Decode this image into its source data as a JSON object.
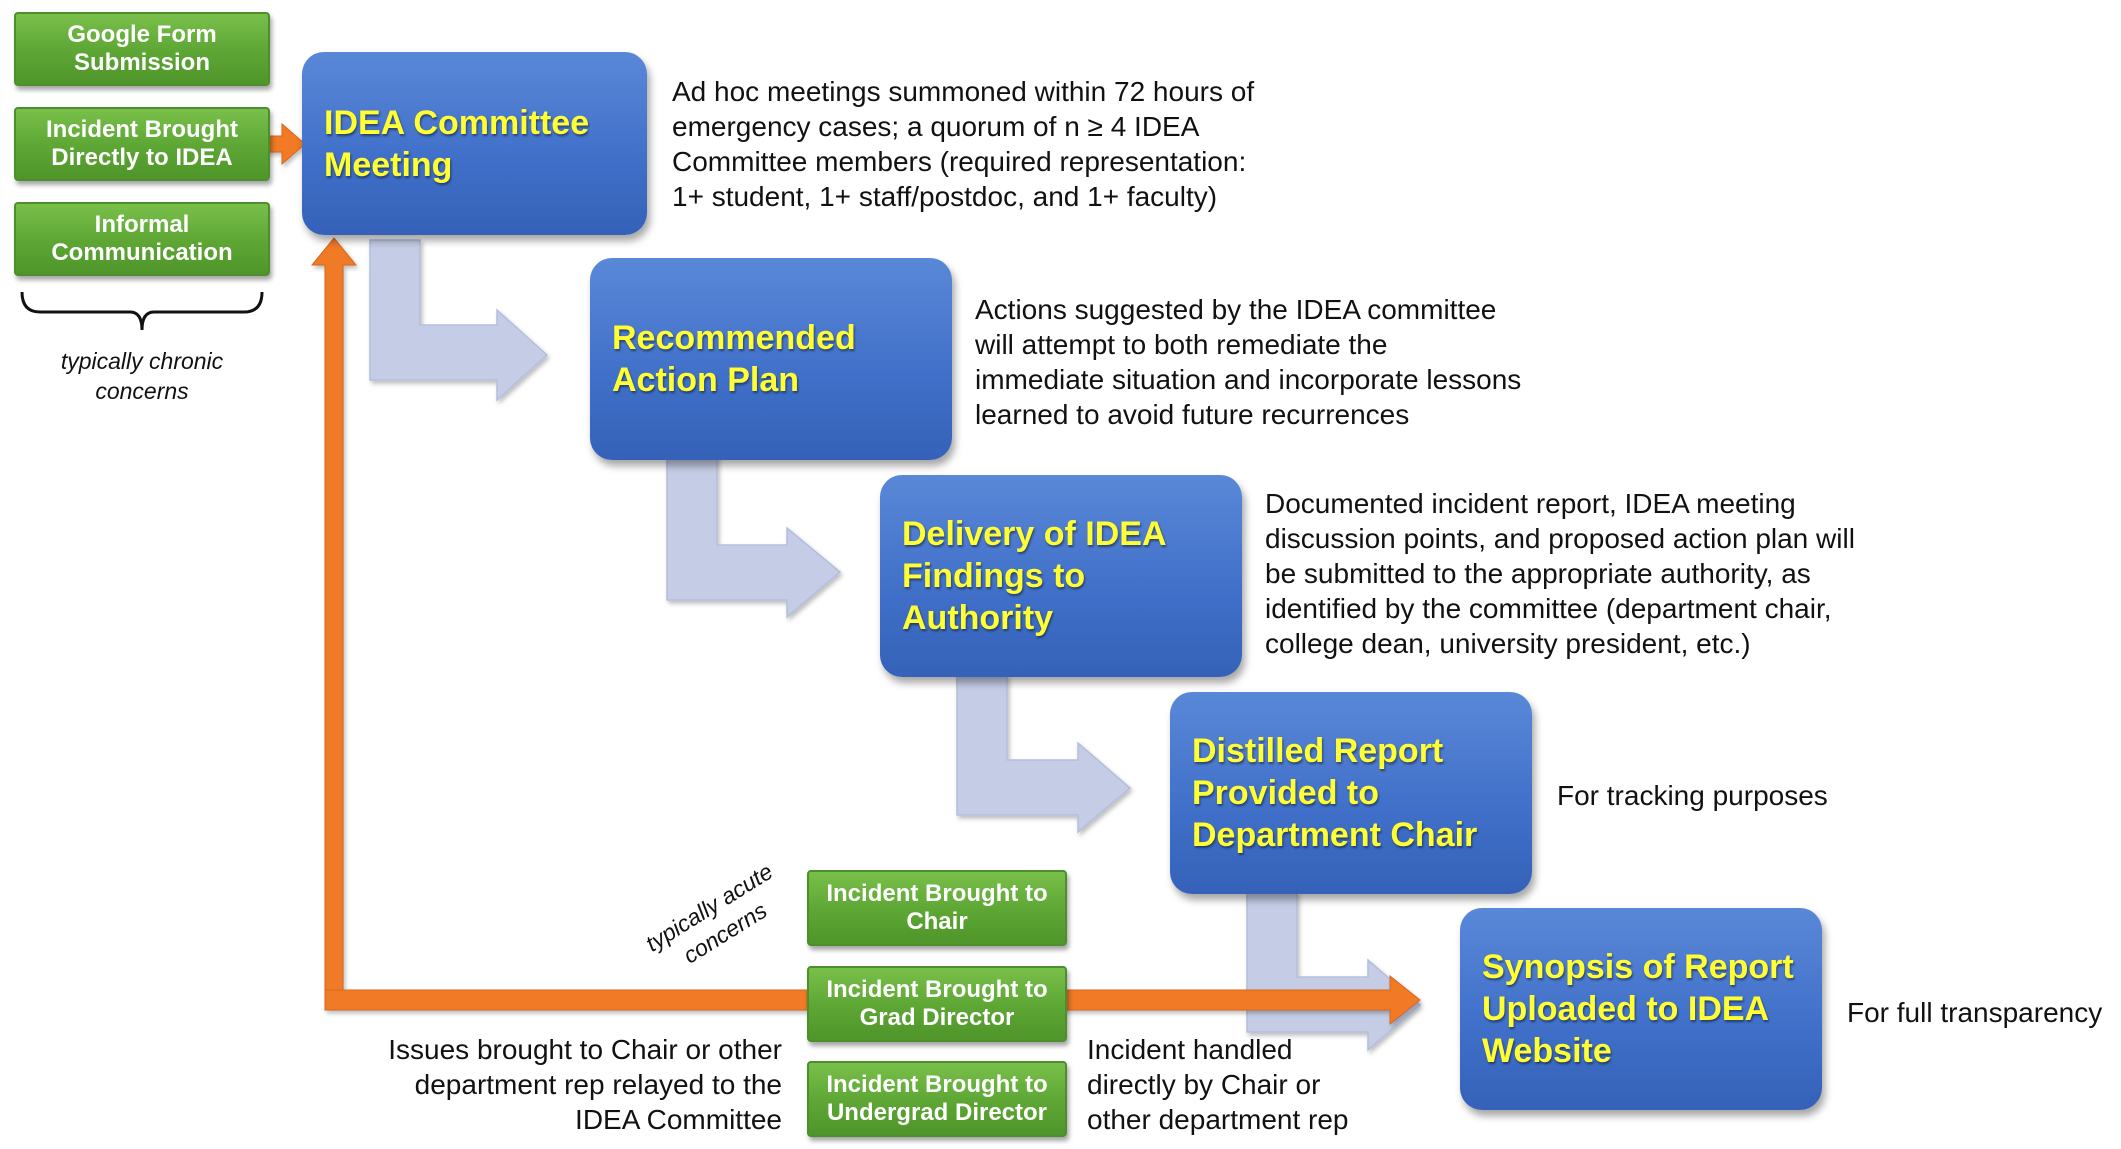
{
  "sources_top": [
    {
      "label": "Google Form\nSubmission"
    },
    {
      "label": "Incident Brought\nDirectly to IDEA"
    },
    {
      "label": "Informal\nCommunication"
    }
  ],
  "chronic_label": "typically chronic\nconcerns",
  "steps": [
    {
      "label": "IDEA Committee\nMeeting",
      "description": "Ad hoc meetings summoned within 72 hours of\nemergency cases; a quorum of n ≥ 4 IDEA\nCommittee members (required representation:\n1+ student, 1+ staff/postdoc, and 1+ faculty)"
    },
    {
      "label": "Recommended\nAction Plan",
      "description": "Actions suggested by the IDEA committee\nwill attempt to both remediate the\nimmediate situation and incorporate lessons\nlearned to avoid future recurrences"
    },
    {
      "label": "Delivery of IDEA\nFindings to\nAuthority",
      "description": "Documented incident report, IDEA meeting\ndiscussion points, and proposed action plan will\nbe submitted to the appropriate authority, as\nidentified by the committee (department chair,\ncollege dean, university president, etc.)"
    },
    {
      "label": "Distilled Report\nProvided to\nDepartment Chair",
      "description": "For tracking purposes"
    },
    {
      "label": "Synopsis of Report\nUploaded to IDEA\nWebsite",
      "description": "For full transparency"
    }
  ],
  "sources_bottom": [
    {
      "label": "Incident Brought to\nChair"
    },
    {
      "label": "Incident Brought to\nGrad Director"
    },
    {
      "label": "Incident Brought to\nUndergrad Director"
    }
  ],
  "acute_label": "typically acute\nconcerns",
  "relay_label": "Issues brought to Chair or other\ndepartment rep relayed to the\nIDEA Committee",
  "handled_label": "Incident handled\ndirectly by Chair or\nother department rep",
  "colors": {
    "step_fill": "#4373c8",
    "step_text": "#ffff33",
    "source_fill": "#5da634",
    "orange_arrow": "#f07a28",
    "gray_arrow": "#c5cde6"
  }
}
